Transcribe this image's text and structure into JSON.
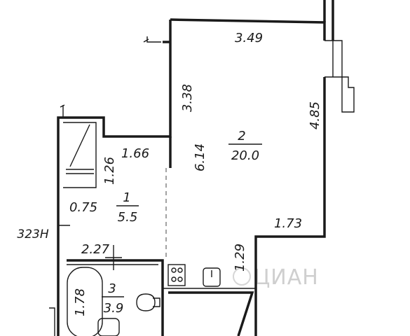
{
  "plan": {
    "rooms": [
      {
        "number": "1",
        "area": "5.5"
      },
      {
        "number": "2",
        "area": "20.0"
      },
      {
        "number": "3",
        "area": "3.9"
      }
    ],
    "dimensions": {
      "d349": "3.49",
      "d338": "3.38",
      "d485": "4.85",
      "d614": "6.14",
      "d166": "1.66",
      "d126": "1.26",
      "d075": "0.75",
      "d173": "1.73",
      "d129": "1.29",
      "d227": "2.27",
      "d178": "1.78"
    },
    "marker": "323H",
    "watermark": "ЦИАН"
  }
}
